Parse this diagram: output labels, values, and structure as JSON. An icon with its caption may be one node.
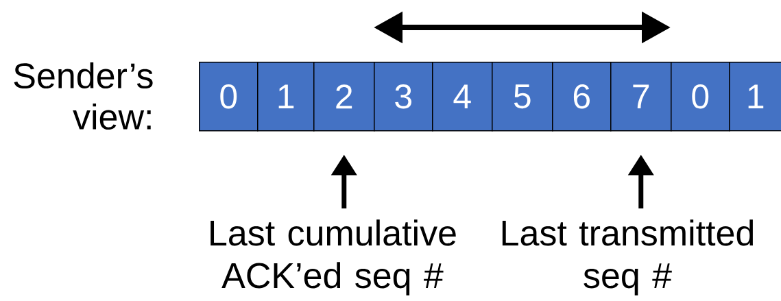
{
  "diagram": {
    "nodes": [
      {
        "text": [
          "0"
        ]
      },
      {
        "text": [
          "1"
        ]
      },
      {
        "text": [
          "2"
        ]
      },
      {
        "text": [
          "3"
        ]
      },
      {
        "text": [
          "4"
        ]
      },
      {
        "text": [
          "5"
        ]
      },
      {
        "text": [
          "6"
        ]
      },
      {
        "text": [
          "7"
        ]
      },
      {
        "text": [
          "0"
        ]
      },
      {
        "text": [
          "1"
        ]
      },
      {
        "text": [
          "Last cumulative ACK’ed seq #"
        ]
      },
      {
        "text": [
          "Last transmitted seq #"
        ]
      }
    ],
    "edges": [
      {
        "from": 10,
        "to": 2,
        "arrow": "to"
      },
      {
        "from": 11,
        "to": 7,
        "arrow": "to"
      }
    ],
    "labels": [
      "Sender’s view:"
    ]
  }
}
